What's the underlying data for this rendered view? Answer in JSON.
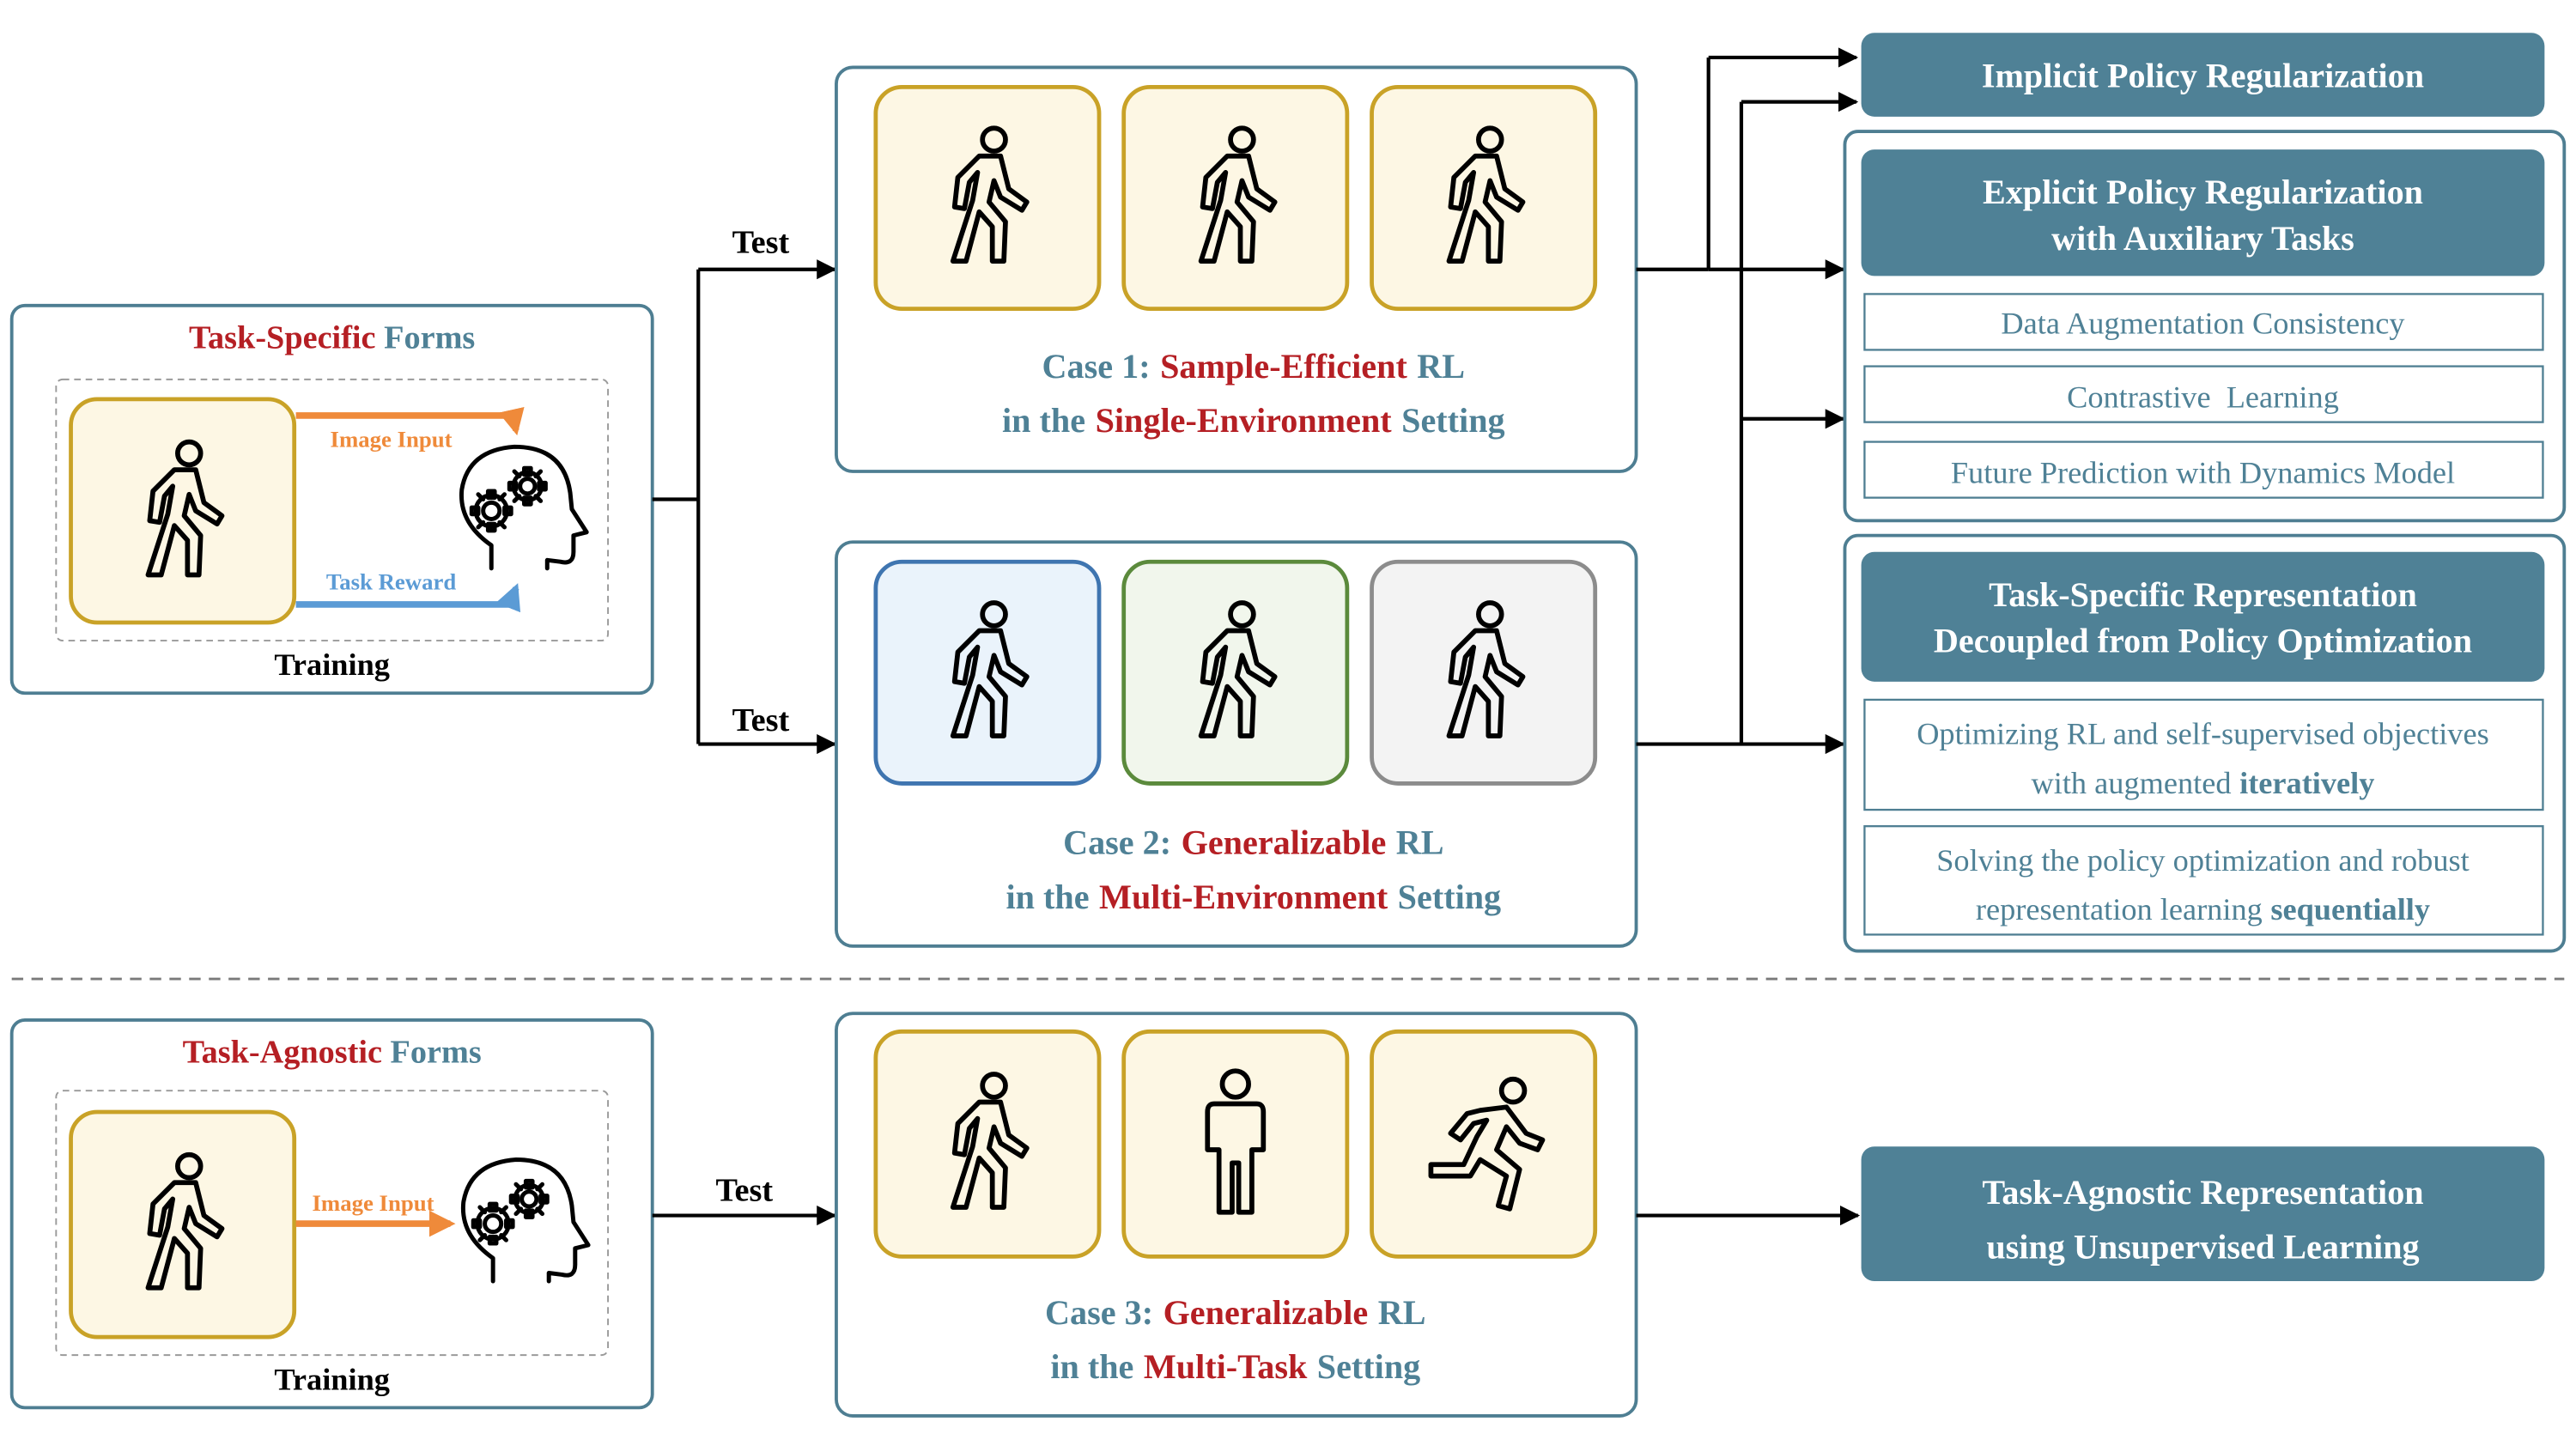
{
  "colors": {
    "teal": "#4f8196",
    "border": "#4e7e92",
    "red": "#b51f24",
    "gold_border": "#c9a227",
    "gold_fill": "#fdf7e4",
    "blue_border": "#3f75b0",
    "blue_fill": "#eaf3fb",
    "green_border": "#5b8a3c",
    "green_fill": "#f1f6ec",
    "gray_border": "#8c8c8c",
    "gray_fill": "#f3f3f3",
    "orange_arrow": "#ef8a3a",
    "blue_arrow": "#5b9bd5"
  },
  "task_specific": {
    "title_red": "Task-Specific",
    "title_teal": "Forms",
    "image_input": "Image Input",
    "task_reward": "Task Reward",
    "training": "Training",
    "icons": [
      "walking-person-icon",
      "brain-gears-icon"
    ]
  },
  "task_agnostic": {
    "title_red": "Task-Agnostic",
    "title_teal": "Forms",
    "image_input": "Image Input",
    "training": "Training",
    "icons": [
      "walking-person-icon",
      "brain-gears-icon"
    ]
  },
  "test_labels": [
    "Test",
    "Test",
    "Test"
  ],
  "cases": [
    {
      "line1_teal_a": "Case 1:",
      "line1_red": "Sample-Efficient",
      "line1_teal_b": "RL",
      "line2_teal_a": "in the",
      "line2_red": "Single-Environment",
      "line2_teal_b": "Setting",
      "icons": [
        "walking-person-icon",
        "walking-person-icon",
        "walking-person-icon"
      ]
    },
    {
      "line1_teal_a": "Case 2:",
      "line1_red": "Generalizable",
      "line1_teal_b": "RL",
      "line2_teal_a": "in the",
      "line2_red": "Multi-Environment",
      "line2_teal_b": "Setting",
      "icons": [
        "walking-person-icon",
        "walking-person-icon",
        "walking-person-icon"
      ]
    },
    {
      "line1_teal_a": "Case 3:",
      "line1_red": "Generalizable",
      "line1_teal_b": "RL",
      "line2_teal_a": "in the",
      "line2_red": "Multi-Task",
      "line2_teal_b": "Setting",
      "icons": [
        "walking-person-icon",
        "standing-person-icon",
        "running-person-icon"
      ]
    }
  ],
  "methods": {
    "implicit": "Implicit Policy Regularization",
    "explicit_line1": "Explicit Policy Regularization",
    "explicit_line2": "with Auxiliary Tasks",
    "explicit_items": [
      "Data Augmentation Consistency",
      "Contrastive  Learning",
      "Future Prediction with Dynamics Model"
    ],
    "decoupled_line1": "Task-Specific Representation",
    "decoupled_line2": "Decoupled from Policy Optimization",
    "decoupled_item1_line1": "Optimizing RL and self-supervised objectives",
    "decoupled_item1_line2_a": "with augmented",
    "decoupled_item1_line2_bold": "iteratively",
    "decoupled_item2_line1": "Solving the policy optimization and robust",
    "decoupled_item2_line2_a": "representation learning",
    "decoupled_item2_line2_bold": "sequentially",
    "agnostic_line1": "Task-Agnostic Representation",
    "agnostic_line2": "using Unsupervised Learning"
  }
}
